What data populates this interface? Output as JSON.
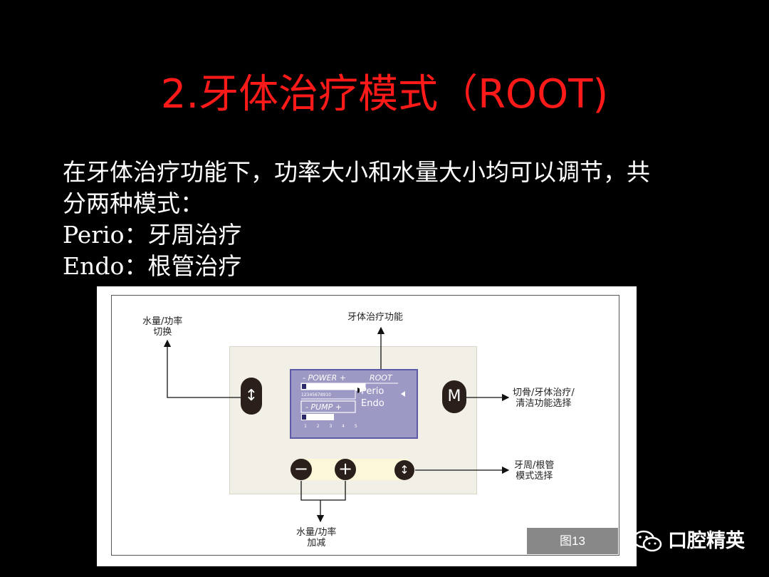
{
  "slide": {
    "title": "2.牙体治疗模式（ROOT)",
    "body_lines": [
      "在牙体治疗功能下，功率大小和水量大小均可以调节，共",
      "分两种模式：",
      "Perio：牙周治疗",
      "Endo：根管治疗"
    ]
  },
  "figure": {
    "labels": {
      "top_left": [
        "水量/功率",
        "切换"
      ],
      "top_center": "牙体治疗功能",
      "right_top": [
        "切骨/牙体治疗/",
        "清洁功能选择"
      ],
      "right_bottom": [
        "牙周/根管",
        "模式选择"
      ],
      "bottom": [
        "水量/功率",
        "加减"
      ]
    },
    "lcd": {
      "power_label": "- POWER +",
      "power_scale": "12345678910",
      "pump_label": "- PUMP +",
      "pump_scale": "1 2 3 4 5",
      "root_label": "ROOT",
      "perio_label": "Perio",
      "endo_label": "Endo"
    },
    "buttons": {
      "mode_label": "M",
      "switch_glyph": "↕",
      "minus_glyph": "−",
      "plus_glyph": "+"
    },
    "caption": "图13"
  },
  "watermark": {
    "text": "口腔精英",
    "icon": "wechat-icon"
  }
}
